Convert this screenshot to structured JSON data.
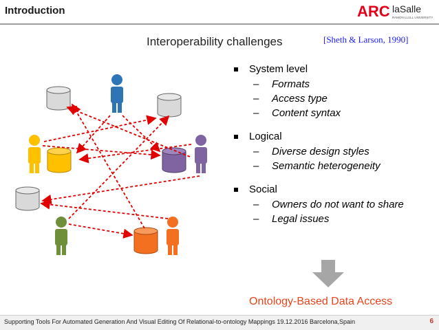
{
  "header": {
    "section_title": "Introduction",
    "logo_text": "ARC",
    "logo_brand": "laSalle",
    "logo_subtitle": "RAMON LLULL UNIVERSITY"
  },
  "slide": {
    "title": "Interoperability challenges",
    "citation": "[Sheth & Larson, 1990]",
    "bullets": [
      {
        "label": "System level",
        "items": [
          "Formats",
          "Access type",
          "Content syntax"
        ]
      },
      {
        "label": "Logical",
        "items": [
          "Diverse design styles",
          "Semantic heterogeneity"
        ]
      },
      {
        "label": "Social",
        "items": [
          "Owners do not want to share",
          "Legal issues"
        ]
      }
    ],
    "conclusion": "Ontology-Based Data Access"
  },
  "diagram": {
    "colors": {
      "gray": "#d9d9d9",
      "blue": "#2e75b6",
      "yellow": "#ffc000",
      "purple": "#8064a2",
      "olive": "#6f8f3a",
      "orange": "#f37021",
      "arrow": "#e00000"
    }
  },
  "footer": {
    "text": "Supporting Tools For Automated Generation And Visual Editing Of Relational-to-ontology Mappings 19.12.2016 Barcelona,Spain",
    "page": "6"
  }
}
